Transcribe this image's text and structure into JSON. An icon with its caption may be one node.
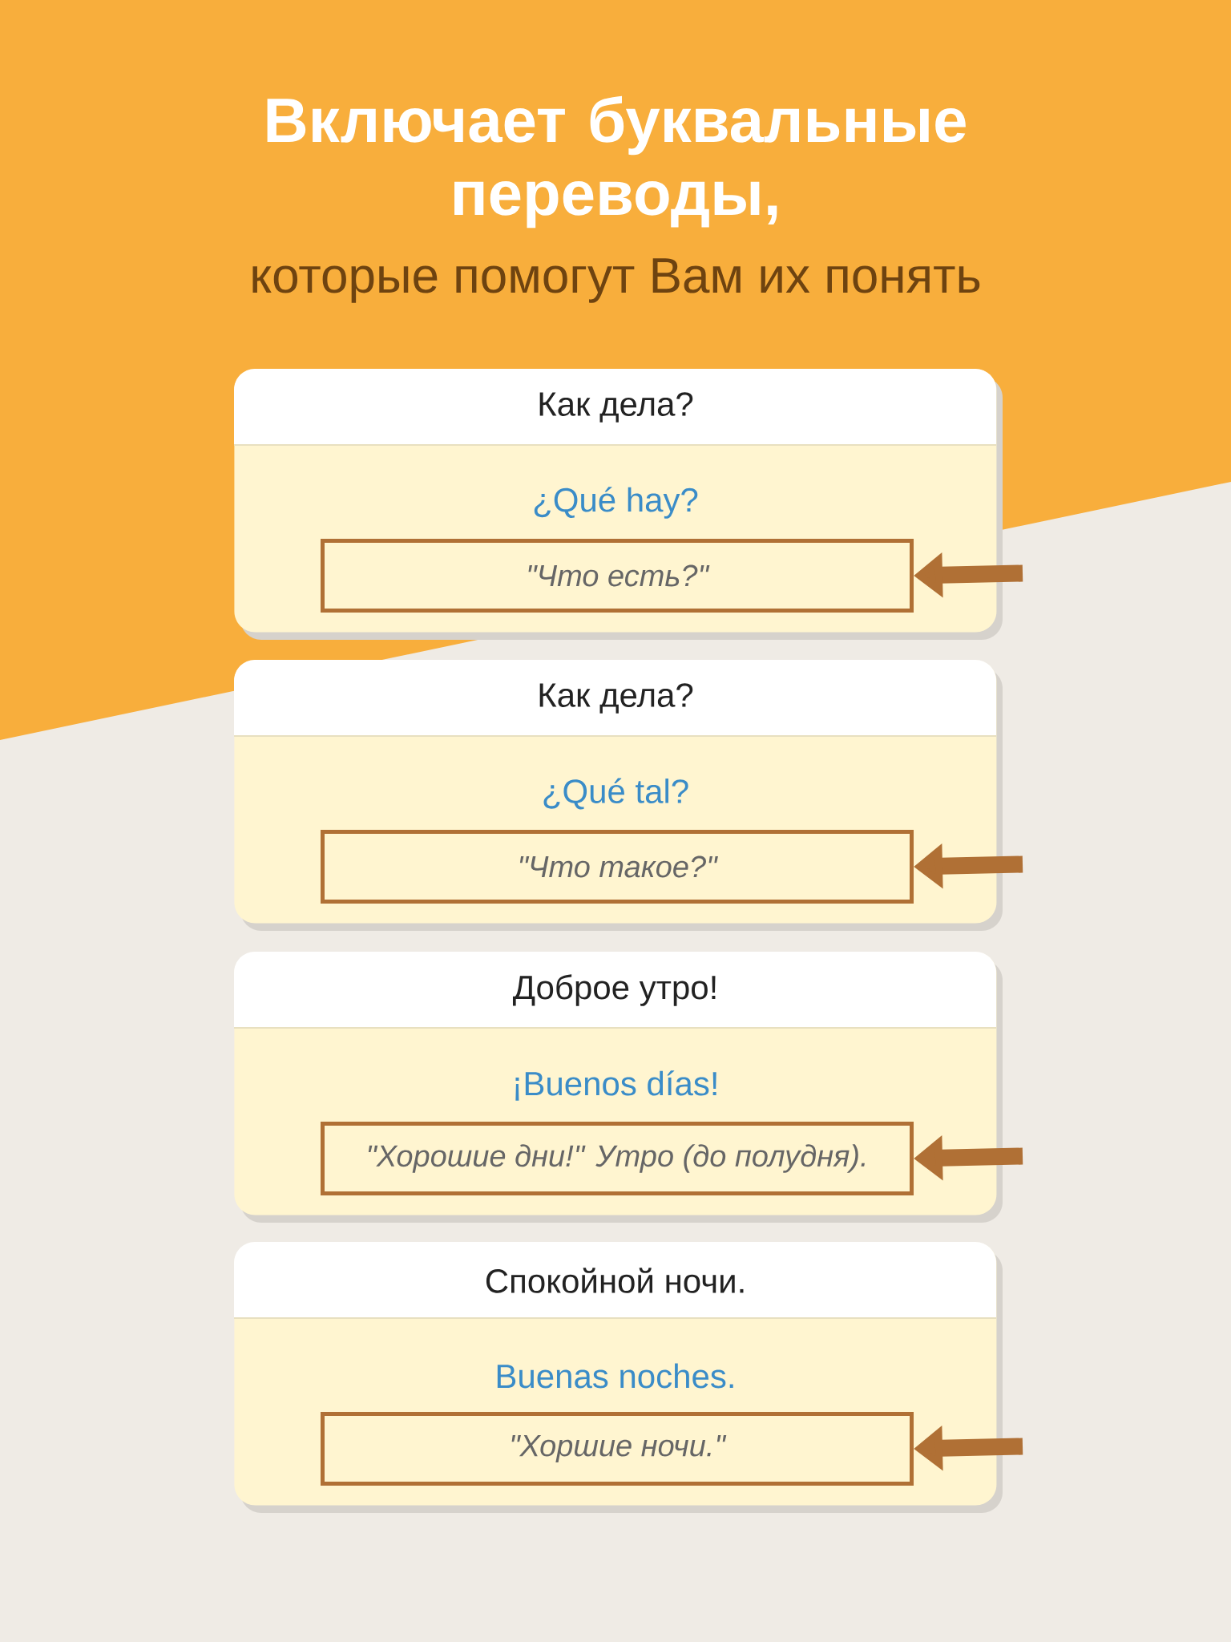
{
  "diagram": {
    "title": "Включает буквальные переводы,",
    "labels": [
      "которые помогут Вам их понять"
    ],
    "nodes": [
      {
        "text": [
          "Как дела?",
          "¿Qué hay?"
        ]
      },
      {
        "text": [
          "\"Что есть?\""
        ],
        "in": 0
      },
      {
        "text": [
          "Как дела?",
          "¿Qué tal?"
        ]
      },
      {
        "text": [
          "\"Что такое?\""
        ],
        "in": 2
      },
      {
        "text": [
          "Доброе утро!",
          "¡Buenos días!"
        ]
      },
      {
        "text": [
          "\"Хорошие дни!\" Утро (до полудня)."
        ],
        "in": 4
      },
      {
        "text": [
          "Спокойной ночи.",
          "Buenas noches."
        ]
      },
      {
        "text": [
          "\"Хоршие ночи.\""
        ],
        "in": 6
      }
    ],
    "edges": [
      {
        "from": null,
        "to": 1,
        "arrow": "to"
      },
      {
        "from": null,
        "to": 3,
        "arrow": "to"
      },
      {
        "from": null,
        "to": 5,
        "arrow": "to"
      },
      {
        "from": null,
        "to": 7,
        "arrow": "to"
      }
    ]
  }
}
